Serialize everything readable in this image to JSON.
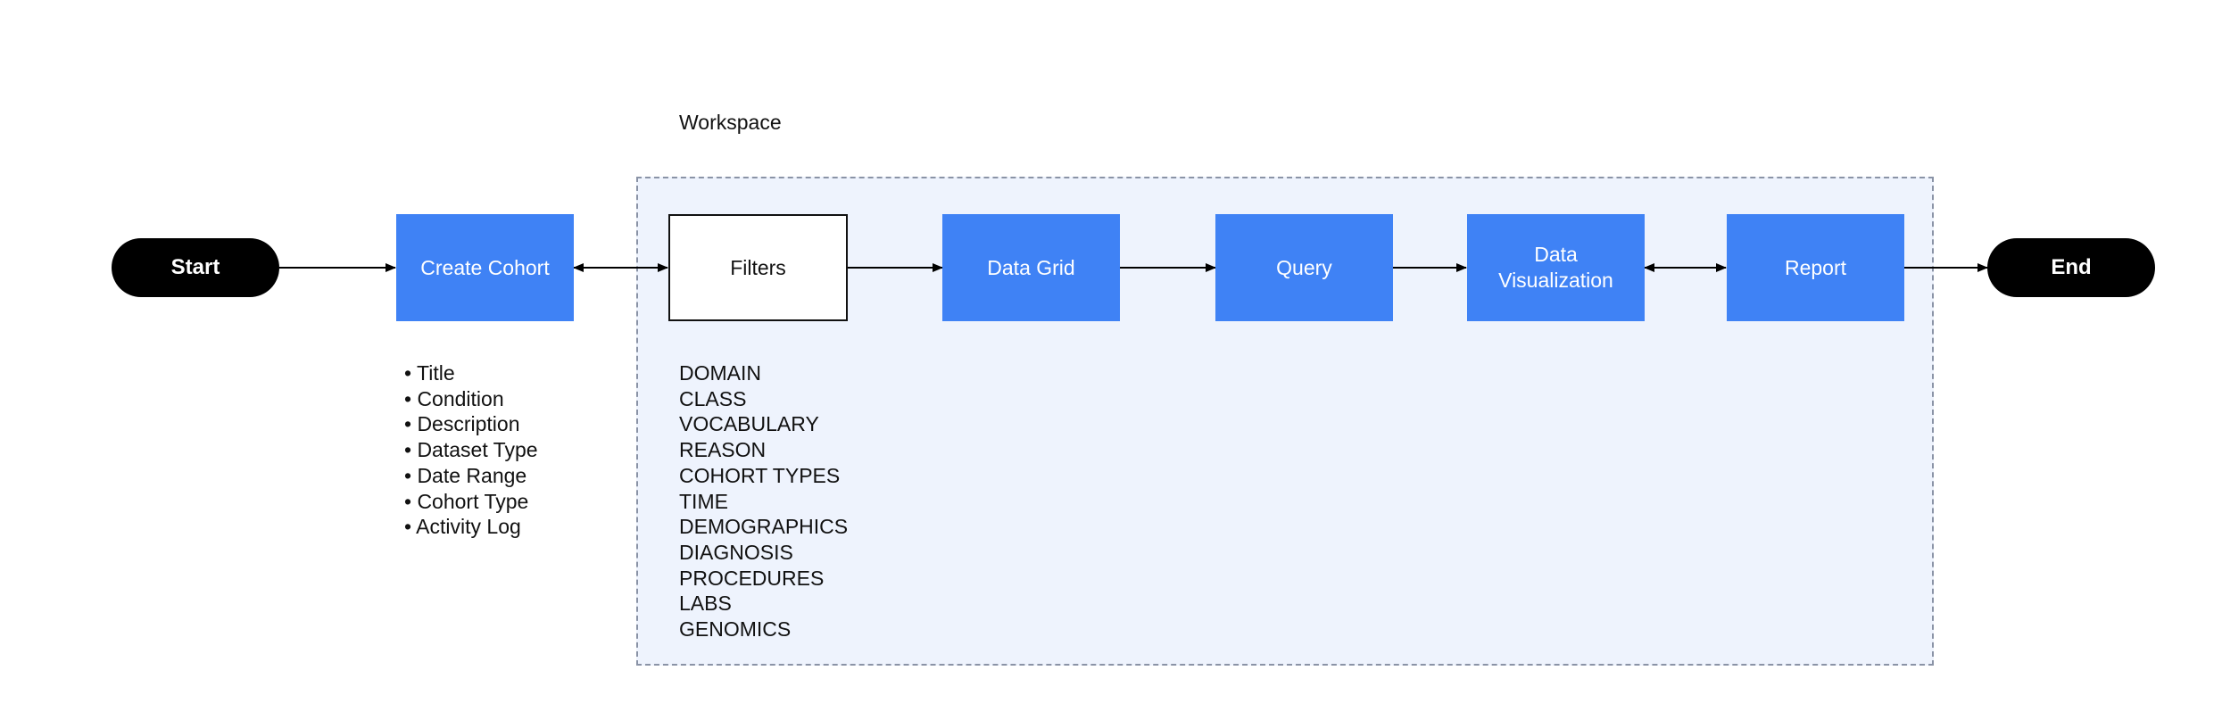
{
  "workspace": {
    "label": "Workspace"
  },
  "nodes": {
    "start": "Start",
    "create_cohort": "Create Cohort",
    "filters": "Filters",
    "data_grid": "Data Grid",
    "query": "Query",
    "data_visualization": "Data Visualization",
    "report": "Report",
    "end": "End"
  },
  "cohort_attributes": [
    "• Title",
    "• Condition",
    "• Description",
    "• Dataset Type",
    "• Date Range",
    "• Cohort Type",
    "• Activity Log"
  ],
  "filter_categories": [
    "DOMAIN",
    "CLASS",
    "VOCABULARY",
    "REASON",
    "COHORT TYPES",
    "TIME",
    "DEMOGRAPHICS",
    "DIAGNOSIS",
    "PROCEDURES",
    "LABS",
    "GENOMICS"
  ],
  "colors": {
    "process_blue": "#3f82f5",
    "terminal_black": "#000000",
    "workspace_fill": "#eef3fd",
    "workspace_border": "#8a93a6"
  }
}
